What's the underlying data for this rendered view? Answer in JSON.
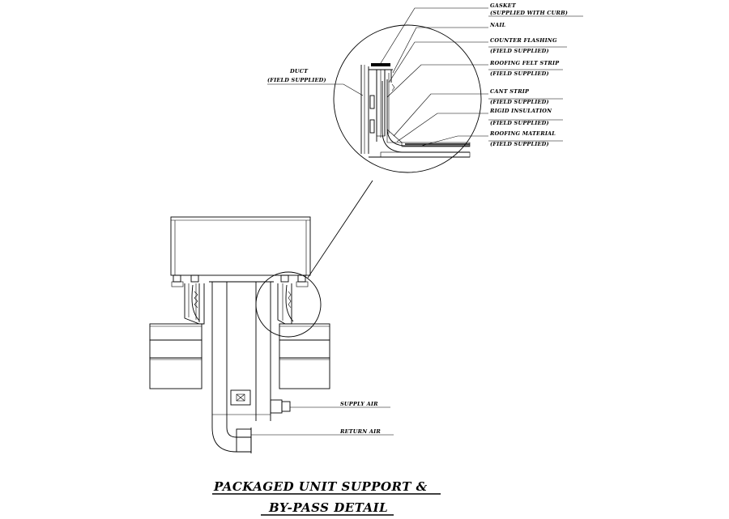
{
  "title": {
    "line1": "PACKAGED UNIT SUPPORT &",
    "line2": "BY-PASS DETAIL"
  },
  "detail_labels": {
    "gasket": "GASKET",
    "gasket_sub": "(SUPPLIED WITH CURB)",
    "nail": "NAIL",
    "counter_flashing": "COUNTER FLASHING",
    "counter_flashing_sub": "(FIELD SUPPLIED)",
    "roofing_felt": "ROOFING FELT STRIP",
    "roofing_felt_sub": "(FIELD SUPPLIED)",
    "cant_strip": "CANT STRIP",
    "cant_strip_sub": "(FIELD SUPPLIED)",
    "rigid_insulation": "RIGID INSULATION",
    "rigid_insulation_sub": "(FIELD SUPPLIED)",
    "roofing_material": "ROOFING MATERIAL",
    "roofing_material_sub": "(FIELD SUPPLIED)",
    "duct": "DUCT",
    "duct_sub": "(FIELD SUPPLIED)"
  },
  "air_labels": {
    "supply": "SUPPLY AIR",
    "return": "RETURN AIR"
  }
}
